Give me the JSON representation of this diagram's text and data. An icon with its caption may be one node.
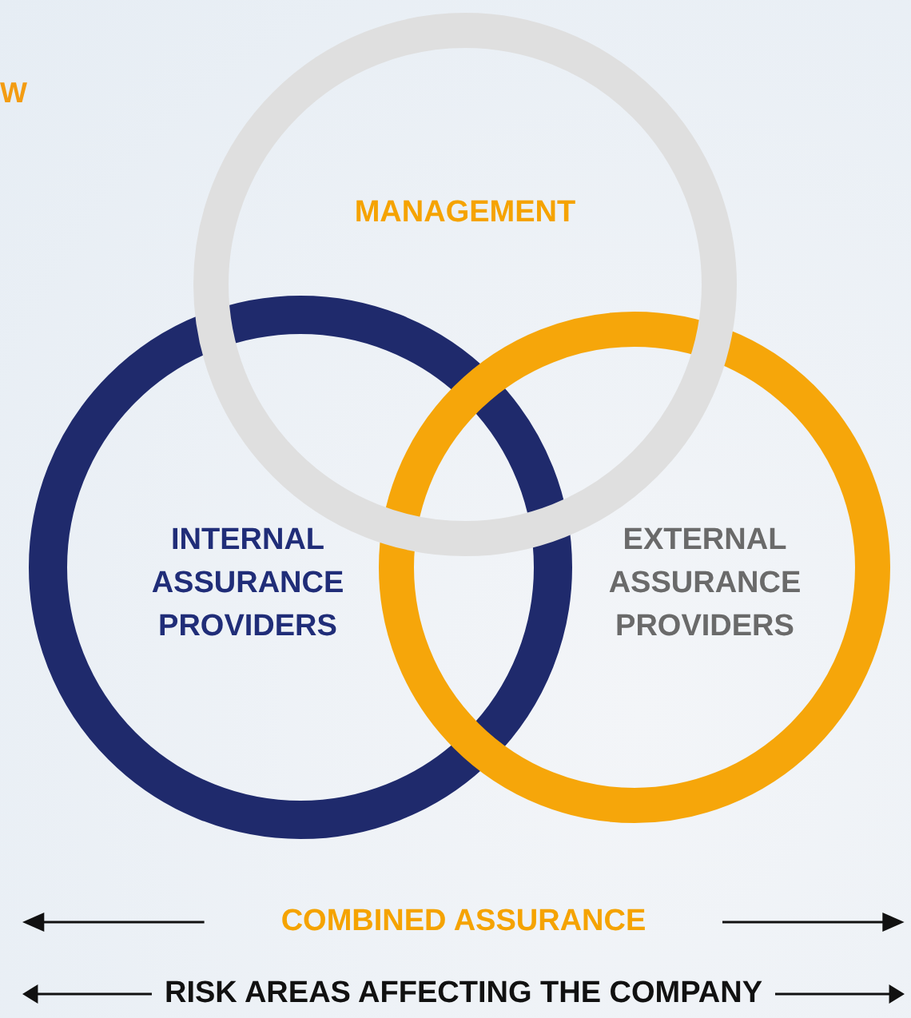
{
  "diagram": {
    "nodes": [
      {
        "text": [
          "MANAGEMENT"
        ]
      },
      {
        "text": [
          "INTERNAL ASSURANCE PROVIDERS"
        ]
      },
      {
        "text": [
          "EXTERNAL ASSURANCE PROVIDERS"
        ]
      }
    ],
    "edges": [],
    "labels": [
      "W",
      "COMBINED ASSURANCE",
      "RISK AREAS AFFECTING THE COMPANY"
    ]
  }
}
